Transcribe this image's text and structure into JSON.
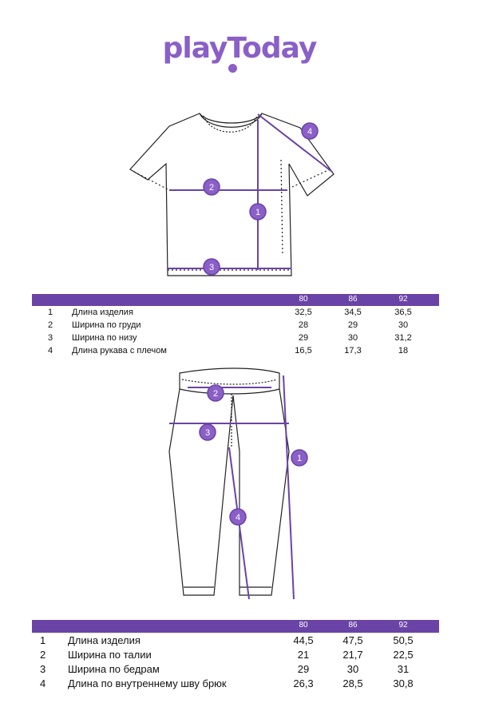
{
  "brand": {
    "name": "playToday",
    "color": "#8a5fc7",
    "accent": "#6a43a6"
  },
  "shirt_table": {
    "sizes": [
      "80",
      "86",
      "92"
    ],
    "rows": [
      {
        "n": "1",
        "label": "Длина изделия",
        "v": [
          "32,5",
          "34,5",
          "36,5"
        ]
      },
      {
        "n": "2",
        "label": "Ширина по груди",
        "v": [
          "28",
          "29",
          "30"
        ]
      },
      {
        "n": "3",
        "label": "Ширина по низу",
        "v": [
          "29",
          "30",
          "31,2"
        ]
      },
      {
        "n": "4",
        "label": "Длина рукава с плечом",
        "v": [
          "16,5",
          "17,3",
          "18"
        ]
      }
    ]
  },
  "pants_table": {
    "sizes": [
      "80",
      "86",
      "92"
    ],
    "rows": [
      {
        "n": "1",
        "label": "Длина изделия",
        "v": [
          "44,5",
          "47,5",
          "50,5"
        ]
      },
      {
        "n": "2",
        "label": "Ширина по талии",
        "v": [
          "21",
          "21,7",
          "22,5"
        ]
      },
      {
        "n": "3",
        "label": "Ширина по бедрам",
        "v": [
          "29",
          "30",
          "31"
        ]
      },
      {
        "n": "4",
        "label": "Длина по внутреннему шву брюк",
        "v": [
          "26,3",
          "28,5",
          "30,8"
        ]
      }
    ]
  },
  "shirt_markers": [
    "1",
    "2",
    "3",
    "4"
  ],
  "pants_markers": [
    "1",
    "2",
    "3",
    "4"
  ]
}
